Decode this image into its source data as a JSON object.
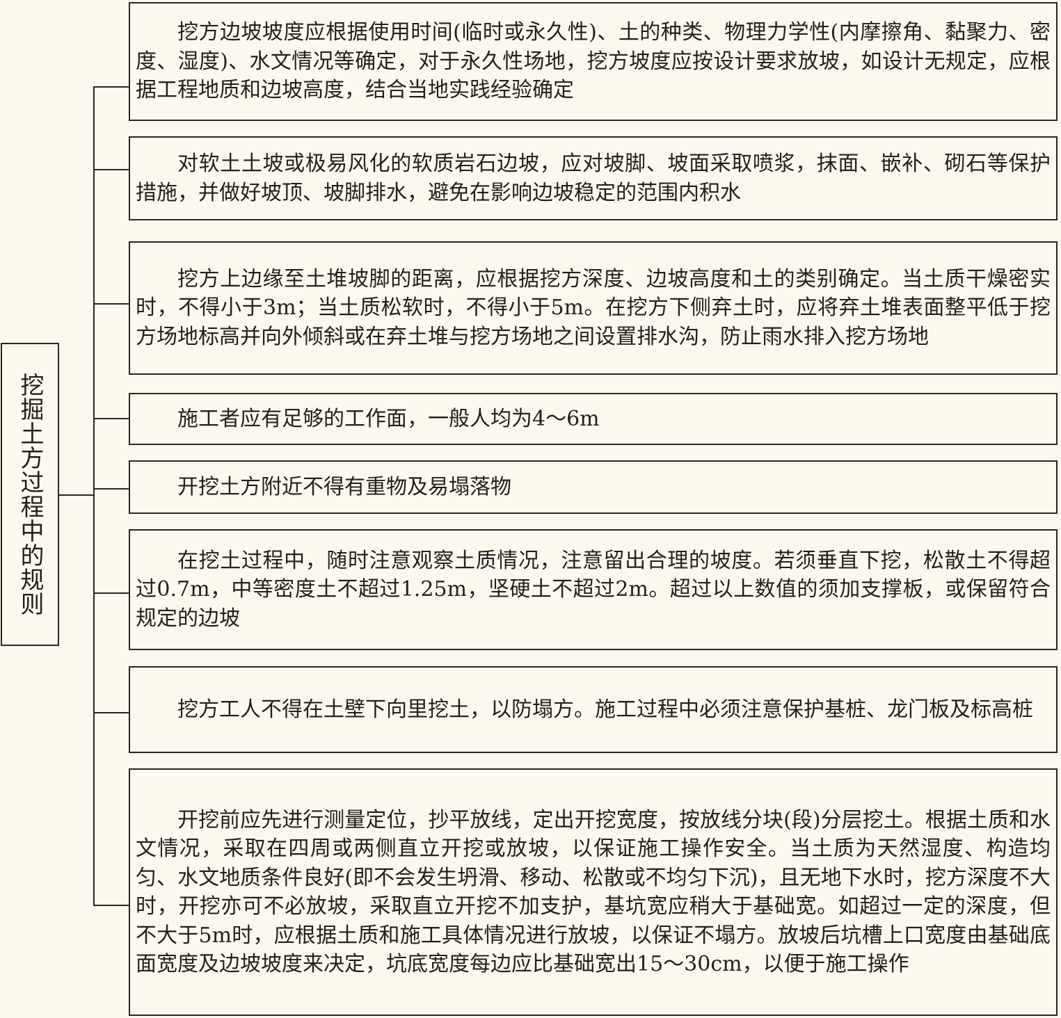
{
  "root": {
    "label": "挖掘土方过程中的规则"
  },
  "rules": [
    {
      "text": "挖方边坡坡度应根据使用时间(临时或永久性)、土的种类、物理力学性(内摩擦角、黏聚力、密度、湿度)、水文情况等确定，对于永久性场地，挖方坡度应按设计要求放坡，如设计无规定，应根据工程地质和边坡高度，结合当地实践经验确定"
    },
    {
      "text": "对软土土坡或极易风化的软质岩石边坡，应对坡脚、坡面采取喷浆，抹面、嵌补、砌石等保护措施，并做好坡顶、坡脚排水，避免在影响边坡稳定的范围内积水"
    },
    {
      "text": "挖方上边缘至土堆坡脚的距离，应根据挖方深度、边坡高度和土的类别确定。当土质干燥密实时，不得小于3m；当土质松软时，不得小于5m。在挖方下侧弃土时，应将弃土堆表面整平低于挖方场地标高并向外倾斜或在弃土堆与挖方场地之间设置排水沟，防止雨水排入挖方场地"
    },
    {
      "text": "施工者应有足够的工作面，一般人均为4～6m"
    },
    {
      "text": "开挖土方附近不得有重物及易塌落物"
    },
    {
      "text": "在挖土过程中，随时注意观察土质情况，注意留出合理的坡度。若须垂直下挖，松散土不得超过0.7m，中等密度土不超过1.25m，坚硬土不超过2m。超过以上数值的须加支撑板，或保留符合规定的边坡"
    },
    {
      "text": "挖方工人不得在土壁下向里挖土，以防塌方。施工过程中必须注意保护基桩、龙门板及标高桩"
    },
    {
      "text": "开挖前应先进行测量定位，抄平放线，定出开挖宽度，按放线分块(段)分层挖土。根据土质和水文情况，采取在四周或两侧直立开挖或放坡，以保证施工操作安全。当土质为天然湿度、构造均匀、水文地质条件良好(即不会发生坍滑、移动、松散或不均匀下沉)，且无地下水时，挖方深度不大时，开挖亦可不必放坡，采取直立开挖不加支护，基坑宽应稍大于基础宽。如超过一定的深度，但不大于5m时，应根据土质和施工具体情况进行放坡，以保证不塌方。放坡后坑槽上口宽度由基础底面宽度及边坡坡度来决定，坑底宽度每边应比基础宽出15～30cm，以便于施工操作"
    }
  ]
}
